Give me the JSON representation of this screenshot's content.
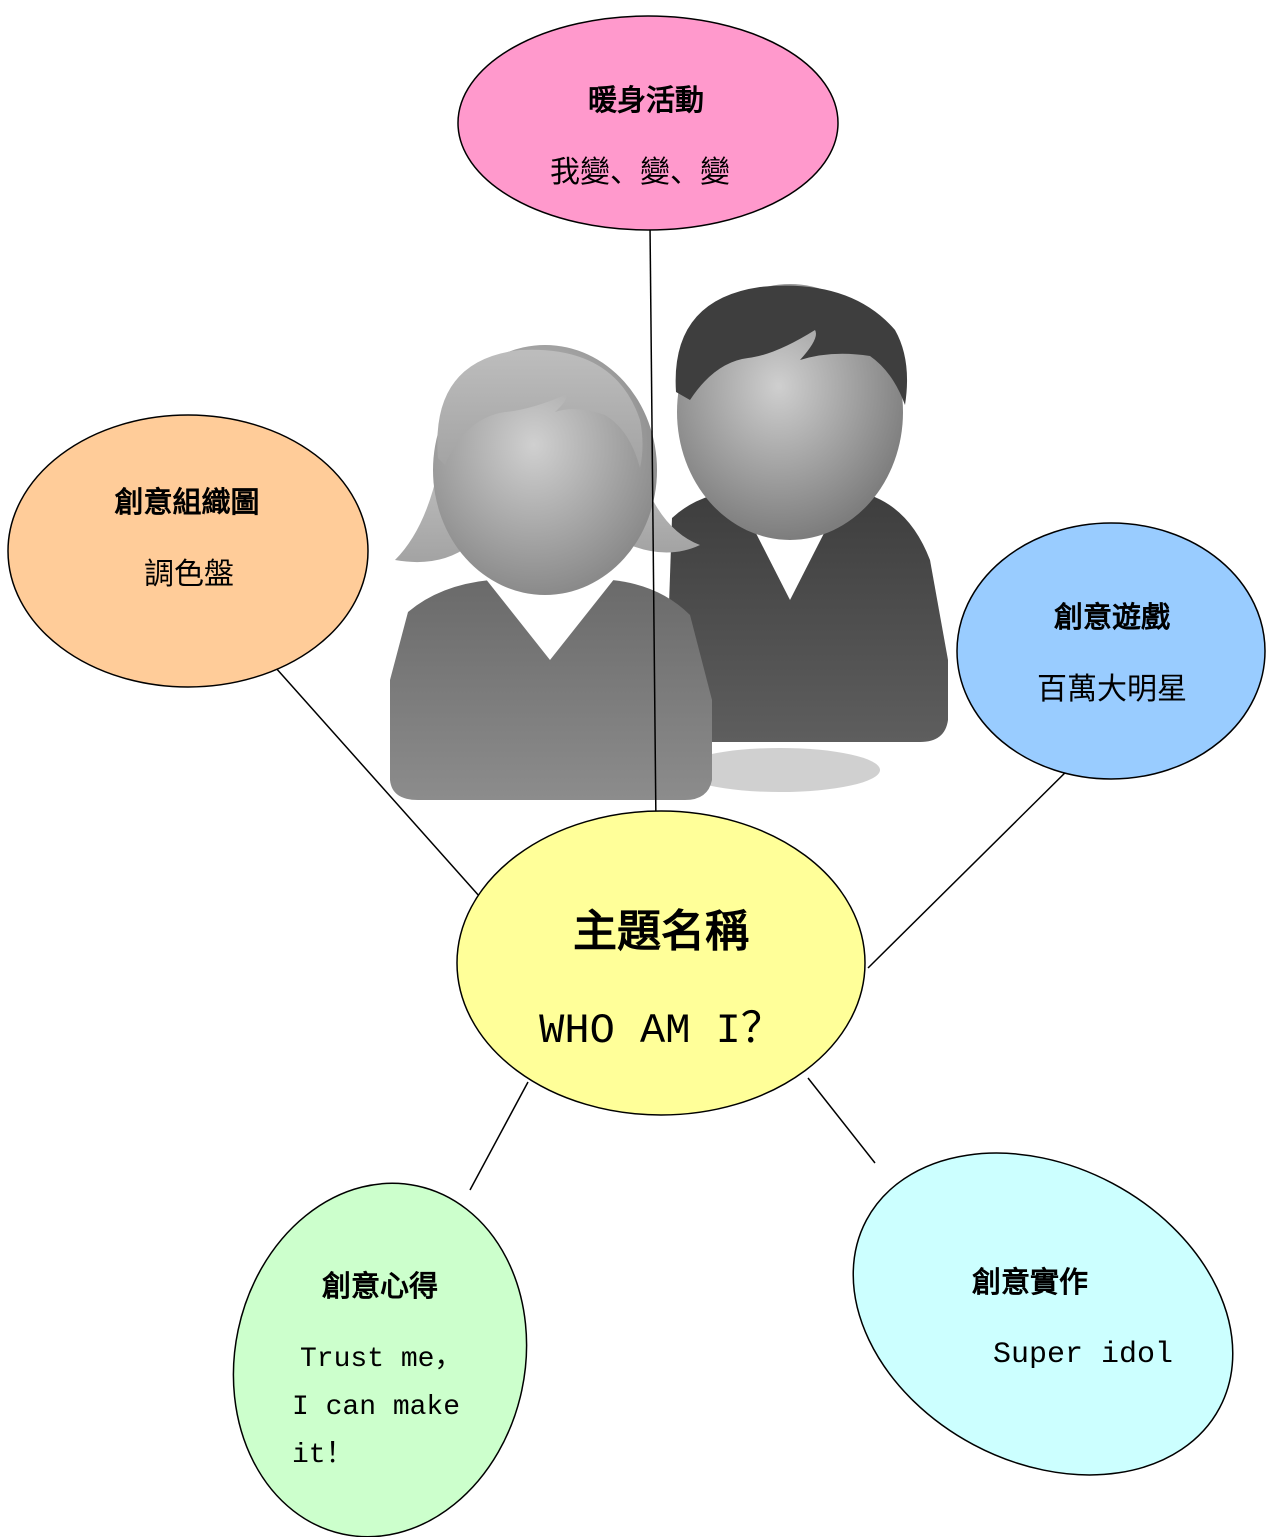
{
  "center": {
    "title": "主題名稱",
    "subtitle": "WHO AM I？",
    "color": "#ffff99"
  },
  "nodes": {
    "warmup": {
      "title": "暖身活動",
      "subtitle": "我變、變、變",
      "color": "#ff99cc"
    },
    "org": {
      "title": "創意組織圖",
      "subtitle": "調色盤",
      "color": "#ffcc99"
    },
    "game": {
      "title": "創意遊戲",
      "subtitle": "百萬大明星",
      "color": "#99ccff"
    },
    "reflect": {
      "title": "創意心得",
      "lines": [
        "Trust me，",
        "I can make",
        "it！"
      ],
      "color": "#ccffcc"
    },
    "practice": {
      "title": "創意實作",
      "subtitle": "Super idol",
      "color": "#ccffff"
    }
  },
  "illustration": {
    "icon": "people-icon",
    "colors": {
      "dark": "#555555",
      "light": "#9a9a9a",
      "face": "#b5b5b5"
    }
  }
}
